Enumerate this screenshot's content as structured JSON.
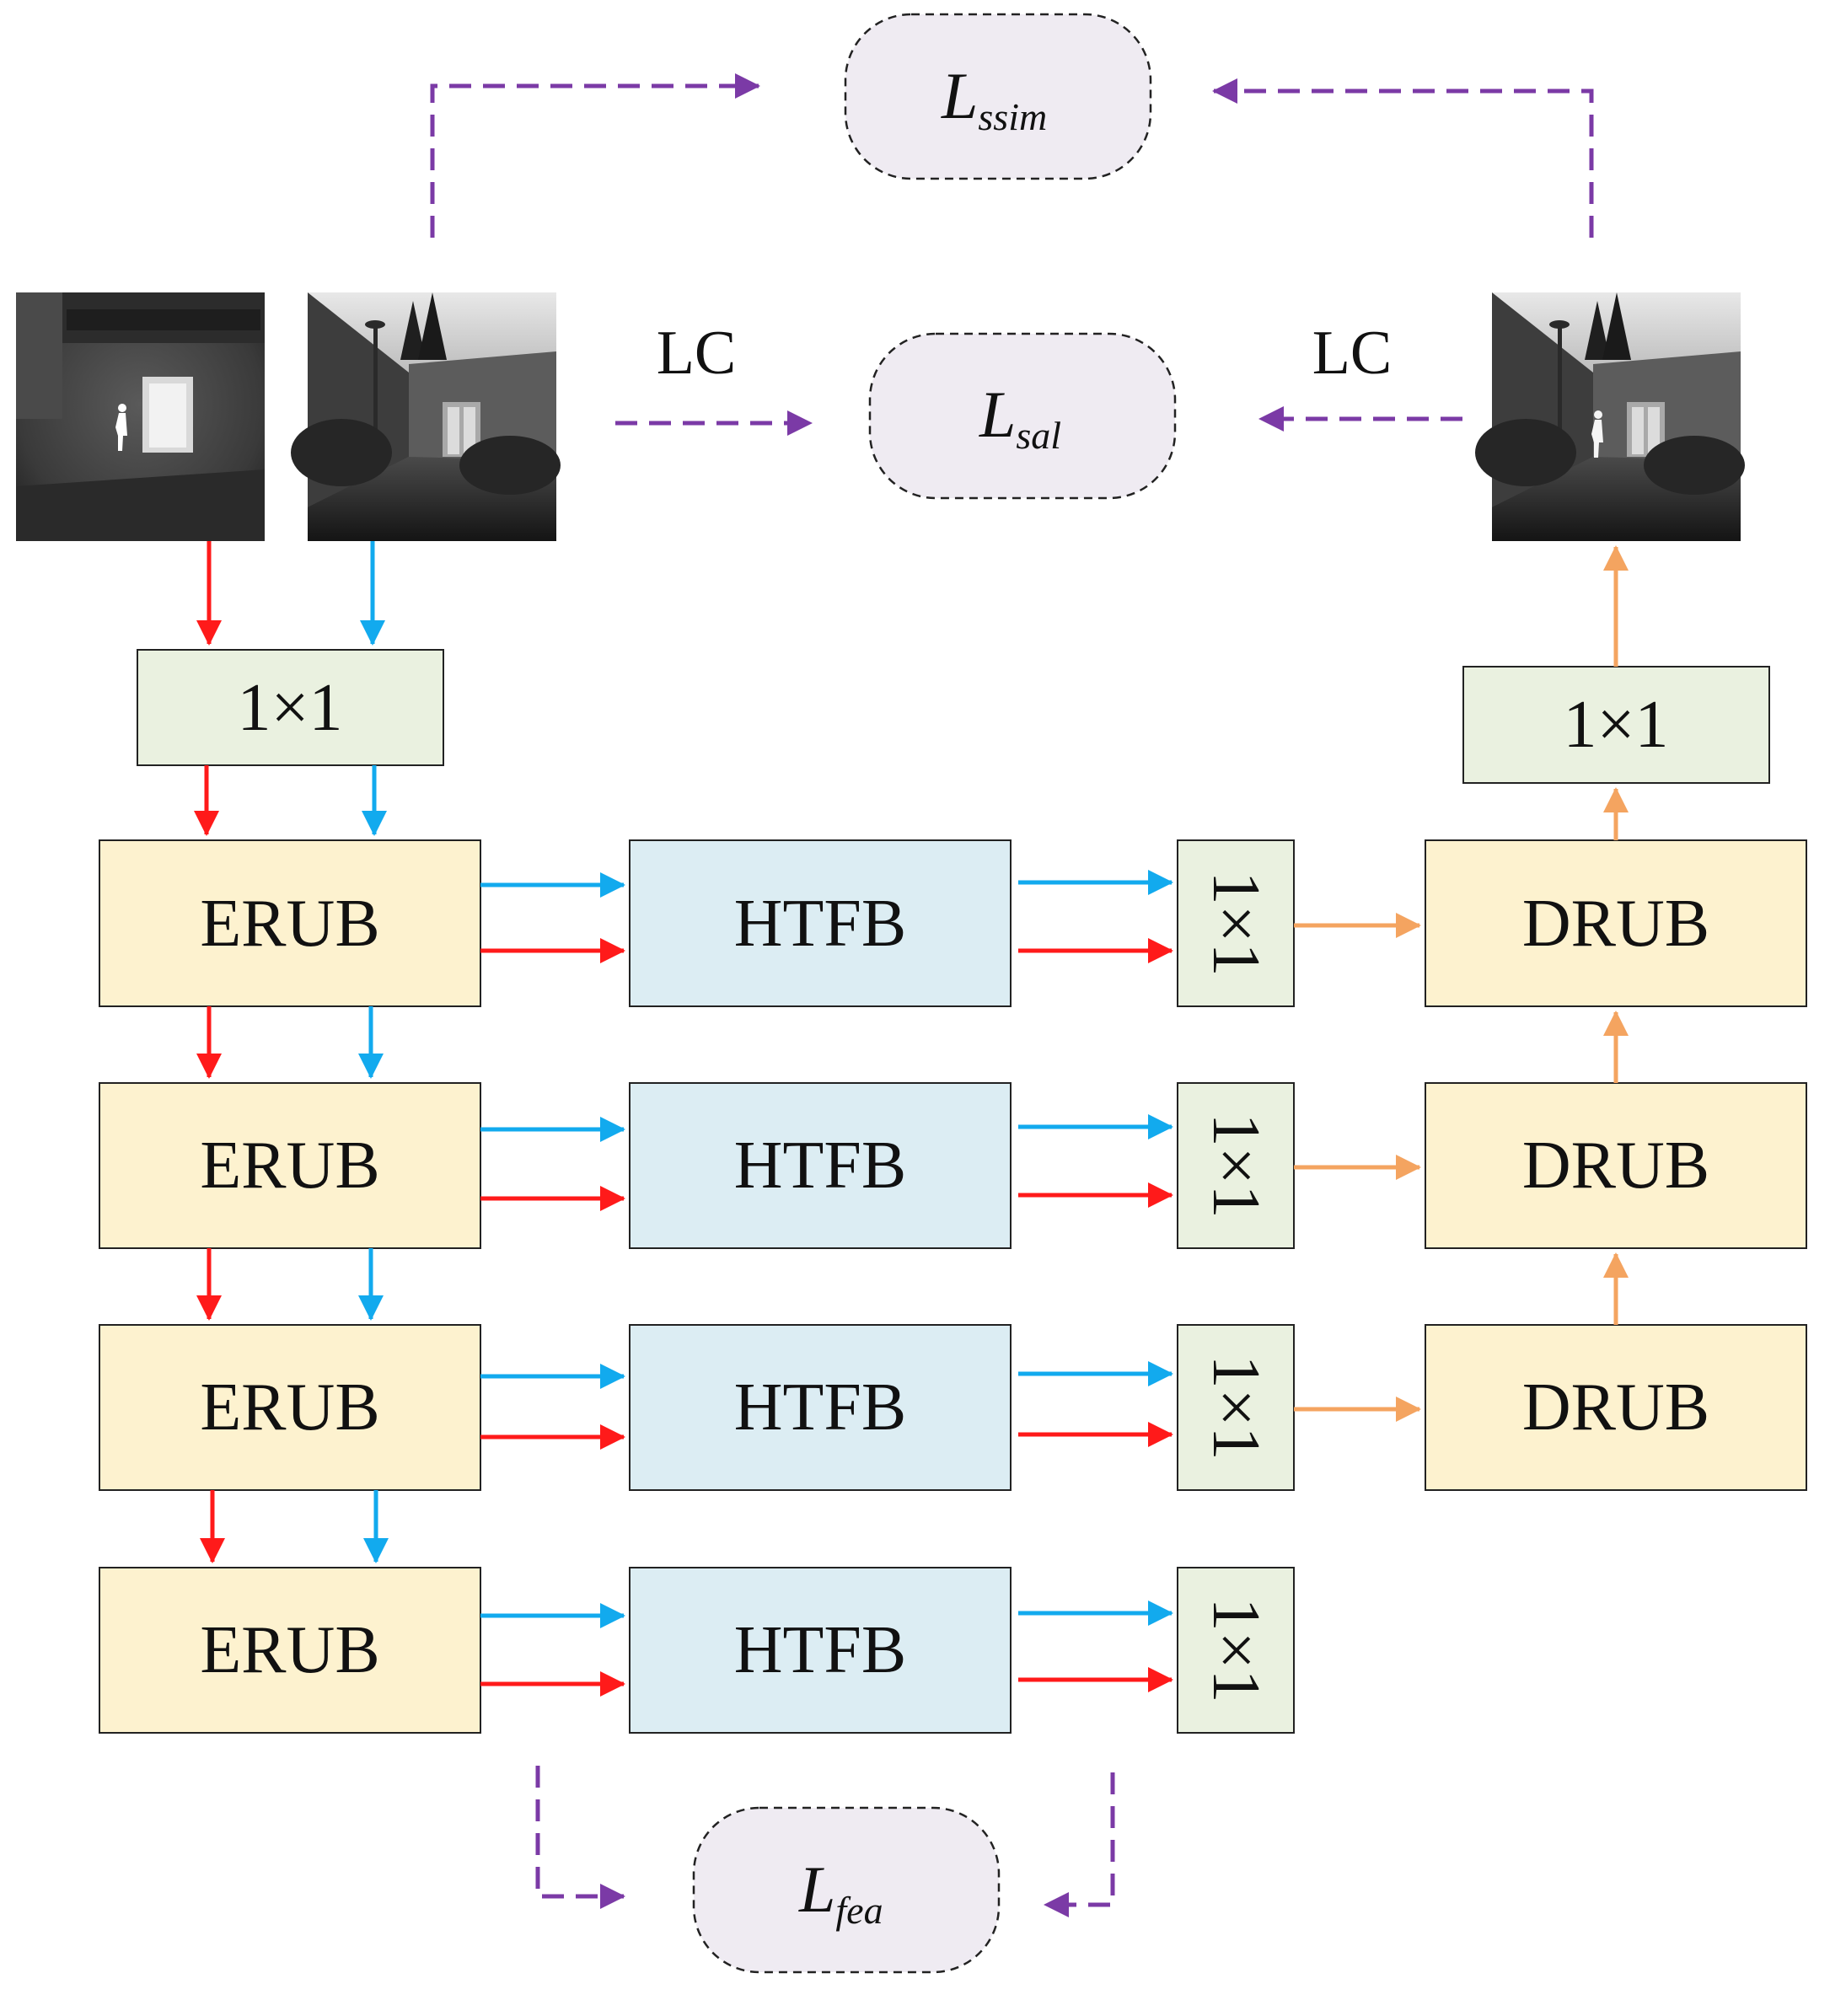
{
  "colors": {
    "infrared": "#ff1a1a",
    "visible": "#12aaee",
    "fused": "#f4a460",
    "loss": "#7b3aa6",
    "encoder_fill": "#fdf2cf",
    "htfb_fill": "#dcedf3",
    "conv_fill": "#eaf1e0",
    "loss_fill": "#efebf2"
  },
  "images": {
    "infrared": "infrared-image",
    "visible": "visible-image",
    "fused": "fused-image"
  },
  "labels": {
    "conv_in": "1×1",
    "conv_out": "1×1",
    "lc_left": "LC",
    "lc_right": "LC"
  },
  "encoder": [
    "ERUB",
    "ERUB",
    "ERUB",
    "ERUB"
  ],
  "fusion": [
    "HTFB",
    "HTFB",
    "HTFB",
    "HTFB"
  ],
  "conv": [
    "1×1",
    "1×1",
    "1×1",
    "1×1"
  ],
  "decoder": [
    "DRUB",
    "DRUB",
    "DRUB"
  ],
  "losses": {
    "ssim": {
      "main": "L",
      "sub": "ssim"
    },
    "sal": {
      "main": "L",
      "sub": "sal"
    },
    "fea": {
      "main": "L",
      "sub": "fea"
    }
  }
}
